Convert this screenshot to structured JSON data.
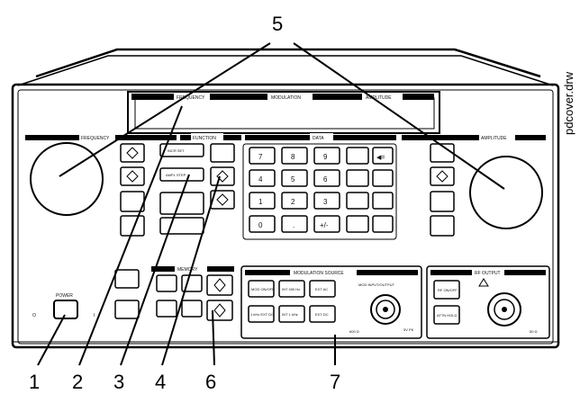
{
  "callouts": {
    "c1": "1",
    "c2": "2",
    "c3": "3",
    "c4": "4",
    "c5": "5",
    "c6": "6",
    "c7": "7"
  },
  "side_label": "pdcover.drw",
  "display": {
    "frequency": "FREQUENCY",
    "modulation": "MODULATION",
    "amplitude": "AMPLITUDE"
  },
  "sections": {
    "frequency": "FREQUENCY",
    "function": "FUNCTION",
    "data": "DATA",
    "amplitude": "AMPLITUDE",
    "memory": "MEMORY",
    "modulation_source": "MODULATION SOURCE",
    "rf_output": "RF OUTPUT"
  },
  "power": {
    "label": "POWER",
    "off": "O",
    "on": "I"
  },
  "keypad": [
    "7",
    "8",
    "9",
    "4",
    "5",
    "6",
    "1",
    "2",
    "3",
    "0",
    ".",
    "+/-"
  ],
  "function_keys": {
    "incr_set": "INCR SET",
    "ampl_step": "AMPL STEP"
  },
  "mod_keys": {
    "mod_on_off": "MOD ON/OFF",
    "int_400": "INT 400 Hz",
    "ext_ac": "EXT AC",
    "khz_ext_dc": "1 kHz EXT DC",
    "int_1khz": "INT 1 kHz",
    "ext_dc": "EXT DC",
    "mod_input_output": "MOD INPUT/OUTPUT",
    "ohm600": "600 Ω",
    "vpk": "5V PK"
  },
  "rf_keys": {
    "rf_on_off": "RF ON/OFF",
    "attn_hold": "ATTN HOLD",
    "ohm50": "50 Ω"
  }
}
